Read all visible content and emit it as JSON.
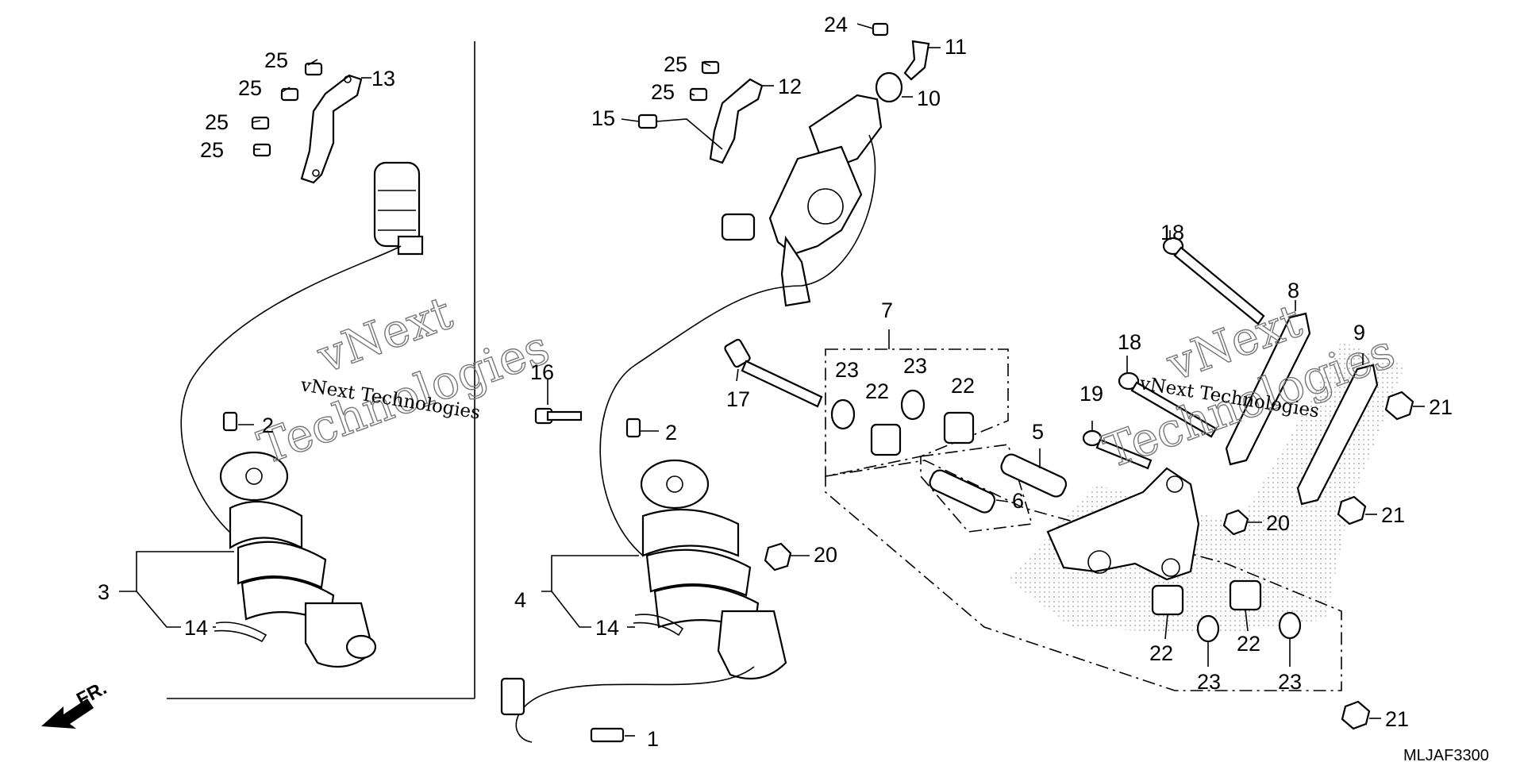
{
  "watermark": {
    "large_top": "vNext",
    "large_bottom": "Technologies",
    "small": "vNext Technologies"
  },
  "diagram_code": "MLJAF3300",
  "direction_label": "FR.",
  "callouts": {
    "c1": "1",
    "c2a": "2",
    "c2b": "2",
    "c3": "3",
    "c4": "4",
    "c5": "5",
    "c6": "6",
    "c7": "7",
    "c8": "8",
    "c9": "9",
    "c10": "10",
    "c11": "11",
    "c12": "12",
    "c13": "13",
    "c14a": "14",
    "c14b": "14",
    "c15": "15",
    "c16": "16",
    "c17": "17",
    "c18a": "18",
    "c18b": "18",
    "c19": "19",
    "c20a": "20",
    "c20b": "20",
    "c21a": "21",
    "c21b": "21",
    "c21c": "21",
    "c22a": "22",
    "c22b": "22",
    "c22c": "22",
    "c22d": "22",
    "c23a": "23",
    "c23b": "23",
    "c23c": "23",
    "c23d": "23",
    "c24": "24",
    "c25a": "25",
    "c25b": "25",
    "c25c": "25",
    "c25d": "25",
    "c25e": "25",
    "c25f": "25"
  }
}
